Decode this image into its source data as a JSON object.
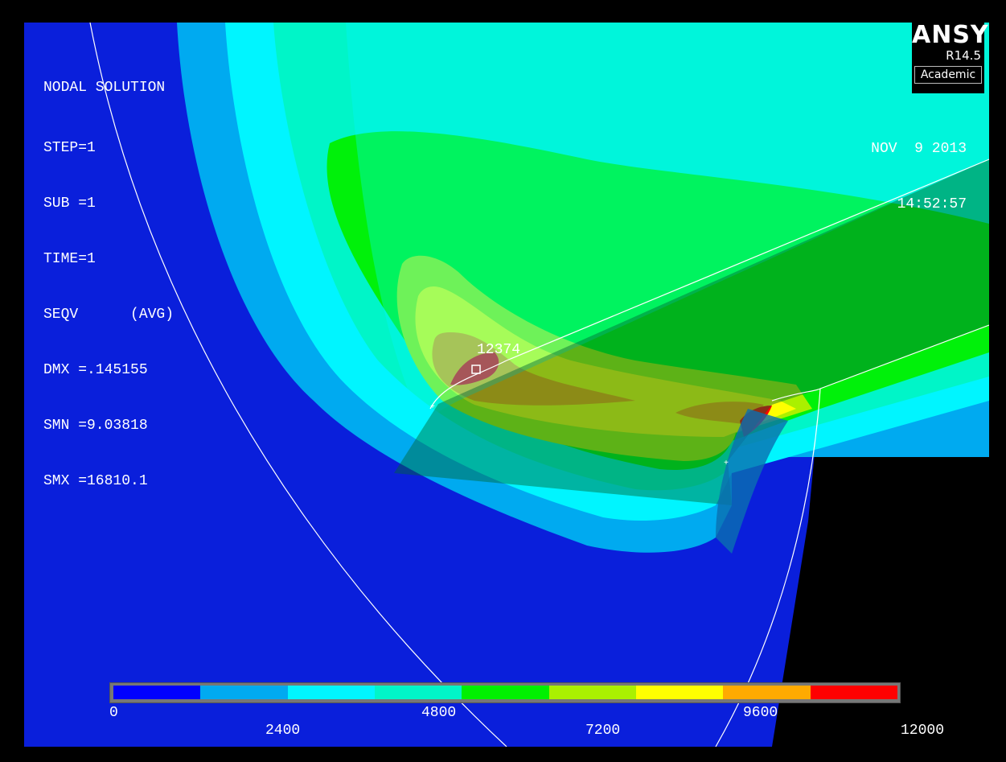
{
  "header": {
    "title": "NODAL SOLUTION",
    "lines": [
      "STEP=1",
      "SUB =1",
      "TIME=1",
      "SEQV      (AVG)",
      "DMX =.145155",
      "SMN =9.03818",
      "SMX =16810.1"
    ]
  },
  "logo": {
    "name": "ANSYS",
    "revision": "R14.5",
    "edition": "Academic"
  },
  "timestamp": {
    "date": "NOV  9 2013",
    "time": "14:52:57"
  },
  "annotation": {
    "node_value": "12374"
  },
  "legend": {
    "colors": [
      "#0000ff",
      "#00aaf0",
      "#00f5ff",
      "#00f5c8",
      "#00f000",
      "#aaf000",
      "#ffff00",
      "#ffaa00",
      "#ff0000"
    ],
    "labels_top_row": [
      "0",
      "4800",
      "9600"
    ],
    "labels_bottom_row": [
      "2400",
      "7200",
      "12000"
    ]
  }
}
